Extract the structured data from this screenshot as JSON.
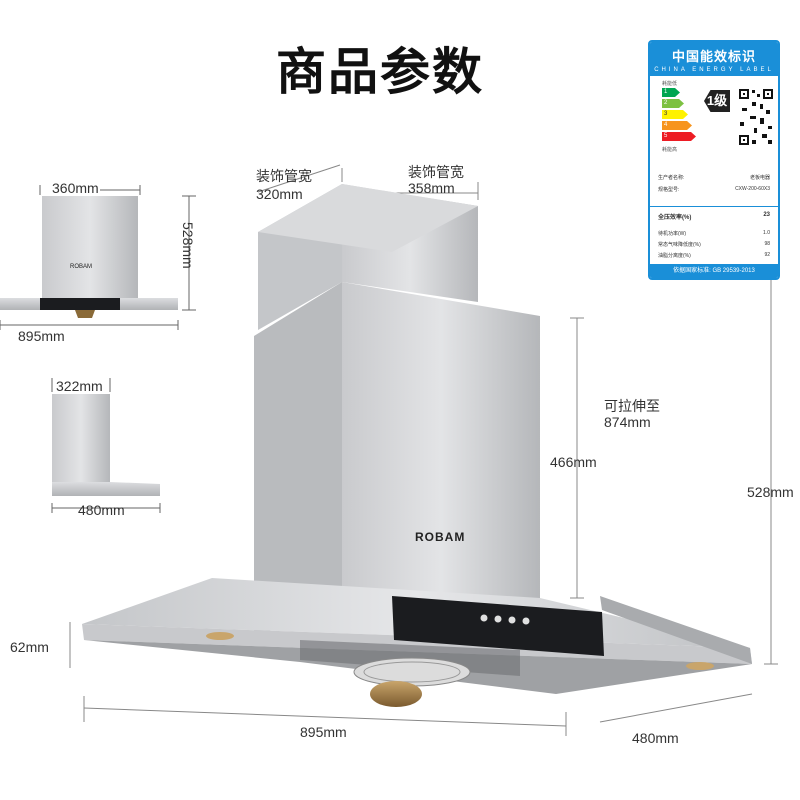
{
  "title": "商品参数",
  "brand": "ROBAM",
  "thumbnail_front": {
    "top_width": "360mm",
    "height": "528mm",
    "bottom_width": "895mm",
    "brand": "ROBAM"
  },
  "thumbnail_side": {
    "top_width": "322mm",
    "bottom_width": "480mm"
  },
  "main": {
    "chimney_upper_label": "装饰管宽",
    "chimney_upper_value": "320mm",
    "chimney_lower_label": "装饰管宽",
    "chimney_lower_value": "358mm",
    "extend_label": "可拉伸至",
    "extend_value": "874mm",
    "chimney_height": "466mm",
    "total_height": "528mm",
    "hood_thickness": "62mm",
    "width": "895mm",
    "depth": "480mm"
  },
  "energy_label": {
    "title_cn": "中国能效标识",
    "title_en": "CHINA ENERGY LABEL",
    "grade": "1级",
    "low_text": "耗能低",
    "high_text": "耗能高",
    "grades": [
      "1",
      "2",
      "3",
      "4",
      "5"
    ],
    "producer_label": "生产者名称:",
    "producer_value": "老板电器",
    "model_label": "规格型号:",
    "model_value": "CXW-200-60X3",
    "efficiency_label": "全压效率(%)",
    "efficiency_value": "23",
    "standby_label": "待机功率(W)",
    "standby_value": "1.0",
    "odor_label": "常态气味降低度(%)",
    "odor_value": "98",
    "grease_label": "油脂分离度(%)",
    "grease_value": "92",
    "standard": "依据国家标准: GB 29539-2013"
  },
  "colors": {
    "steel_light": "#d8d9db",
    "steel_mid": "#b9bbbe",
    "steel_dark": "#8d8f93",
    "panel": "#1b1c1f",
    "label_blue": "#1a8fd8",
    "grade_1": "#00a651",
    "grade_2": "#7dc142",
    "grade_3": "#fff200",
    "grade_4": "#f7941d",
    "grade_5": "#ed1c24"
  }
}
